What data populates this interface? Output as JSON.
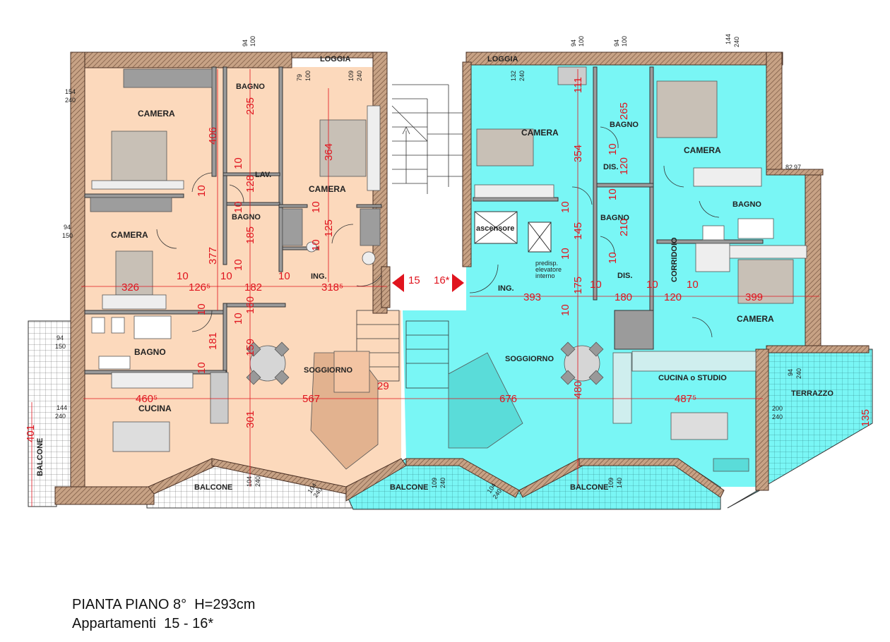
{
  "caption": {
    "line1": "PIANTA PIANO 8°  H=293cm",
    "line2": "Appartamenti  15 - 16*"
  },
  "colors": {
    "apartment_15": "#fcd9bc",
    "apartment_16": "#79f6f5",
    "wall": "#b08a70",
    "dimension": "#e0141e"
  },
  "rooms": {
    "camera_1": "CAMERA",
    "camera_2": "CAMERA",
    "camera_3": "CAMERA",
    "camera_4": "CAMERA",
    "camera_5": "CAMERA",
    "camera_6": "CAMERA",
    "bagno_1": "BAGNO",
    "bagno_2": "BAGNO",
    "bagno_3": "BAGNO",
    "bagno_4": "BAGNO",
    "bagno_5": "BAGNO",
    "bagno_6": "BAGNO",
    "lav": "LAV.",
    "ing_1": "ING.",
    "ing_2": "ING.",
    "soggiorno_1": "SOGGIORNO",
    "soggiorno_2": "SOGGIORNO",
    "cucina": "CUCINA",
    "cucina_studio": "CUCINA o STUDIO",
    "terrazzo": "TERRAZZO",
    "corridoio": "CORRIDOIO",
    "dis_1": "DIS.",
    "dis_2": "DIS.",
    "loggia_1": "LOGGIA",
    "loggia_2": "LOGGIA",
    "balcone_1": "BALCONE",
    "balcone_2": "BALCONE",
    "balcone_3": "BALCONE",
    "balcone_4": "BALCONE",
    "ascensore": "ascensore",
    "predisp_1": "predisp.",
    "predisp_2": "elevatore",
    "predisp_3": "interno"
  },
  "apartments": {
    "left": "15",
    "right": "16*"
  },
  "dimensions": {
    "d406": "406",
    "d377": "377",
    "d326": "326",
    "d1265": "126⁵",
    "d182": "182",
    "d3185": "318⁵",
    "d364": "364",
    "d235": "235",
    "d128": "128",
    "d185": "185",
    "d125": "125",
    "d159": "159",
    "d160": "160",
    "d181": "181",
    "d301": "301",
    "d4605": "460⁵",
    "d567": "567",
    "d29": "29",
    "d676": "676",
    "d480": "480",
    "d4875": "487⁵",
    "d401": "401",
    "d393": "393",
    "d175": "175",
    "d180": "180",
    "d120a": "120",
    "d399": "399",
    "d354": "354",
    "d111": "111",
    "d265": "265",
    "d120b": "120",
    "d145": "145",
    "d210": "210",
    "d135": "135",
    "d10": "10"
  },
  "windows": {
    "w_154": "154",
    "w_240": "240",
    "w_94": "94",
    "w_150": "150",
    "w_100": "100",
    "w_79": "79",
    "w_109": "109",
    "w_132": "132",
    "w_144": "144",
    "w_82": "82",
    "w_97": "97",
    "w_104": "104",
    "w_140": "140",
    "w_200": "200"
  }
}
